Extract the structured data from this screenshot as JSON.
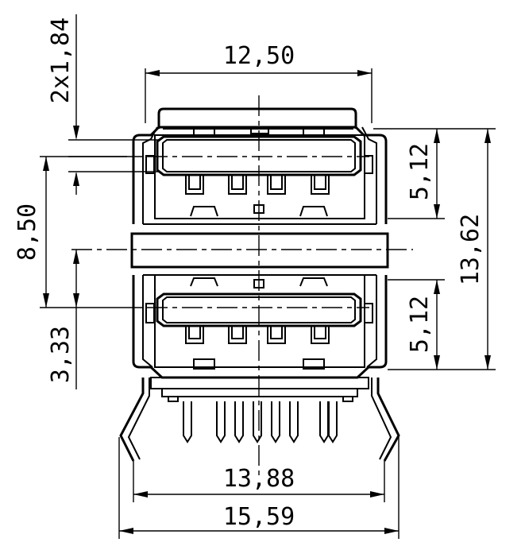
{
  "dimensions": {
    "top_width": "12,50",
    "pitch": "2x1,84",
    "upper_port_height": "5,12",
    "total_height": "13,62",
    "port_spacing": "8,50",
    "lower_port_height": "5,12",
    "base_offset": "3,33",
    "pin_span": "13,88",
    "overall_width": "15,59"
  }
}
